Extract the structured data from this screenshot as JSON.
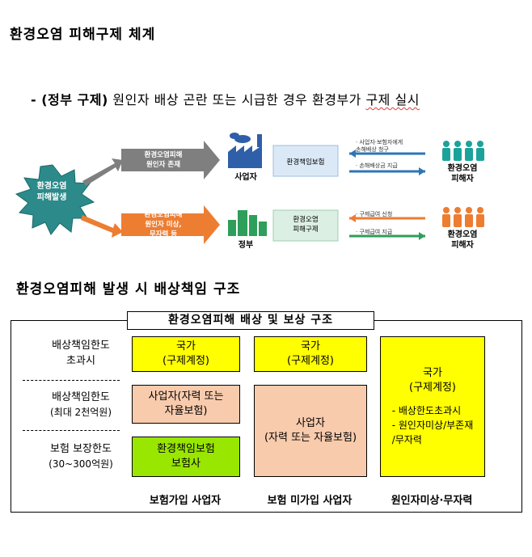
{
  "section1": {
    "title": "환경오염 피해구제 체계",
    "subline_prefix": "- (정부 구제)",
    "subline_body": " 원인자 배상 곤란 또는 시급한 경우 환경부가 ",
    "subline_end": "구제 실시"
  },
  "diagram": {
    "origin": "환경오염\n피해발생",
    "top_cause": "환경오염피해\n원인자 존재",
    "bottom_cause": "환경오염피해\n원인자 미상,\n무자력 등",
    "top_entity": "사업자",
    "bottom_entity": "정부",
    "top_mechanism": "환경책임보험",
    "bottom_mechanism": "환경오염\n피해구제",
    "top_request": "· 사업자·보험자에게\n  손해배상 청구",
    "top_payment": "· 손해배상금 지급",
    "bottom_request": "· 구제급여 신청",
    "bottom_payment": "· 구제급여 지급",
    "victim": "환경오염\n피해자",
    "victim_bottom": "환경오염\n피해자",
    "colors": {
      "gray_arrow": "#7f7f7f",
      "orange": "#ed7d31",
      "blue": "#2e75b6",
      "green": "#2e9e5b",
      "teal": "#1aa39a",
      "burst": "#2c8a8a"
    }
  },
  "section2": {
    "title": "환경오염피해 발생 시 배상책임 구조"
  },
  "structure": {
    "box_title": "환경오염피해 배상 및 보상 구조",
    "row_labels": [
      {
        "line1": "배상책임한도",
        "line2": "초과시"
      },
      {
        "line1": "배상책임한도",
        "line2": "(최대 2천억원)"
      },
      {
        "line1": "보험 보장한도",
        "line2": "(30~300억원)"
      }
    ],
    "col1": {
      "top": {
        "line1": "국가",
        "line2": "(구제계정)"
      },
      "mid": {
        "line1": "사업자(자력 또는",
        "line2": "자율보험)"
      },
      "bot": {
        "line1": "환경책임보험",
        "line2": "보험사"
      },
      "label": "보험가입 사업자"
    },
    "col2": {
      "top": {
        "line1": "국가",
        "line2": "(구제계정)"
      },
      "bot": {
        "line1": "사업자",
        "line2": "(자력 또는 자율보험)"
      },
      "label": "보험 미가입 사업자"
    },
    "col3": {
      "line1": "국가",
      "line2": "(구제계정)",
      "bullets": [
        "- 배상한도초과시",
        "- 원인자미상/부존재",
        "/무자력"
      ],
      "label": "원인자미상·무자력"
    }
  }
}
